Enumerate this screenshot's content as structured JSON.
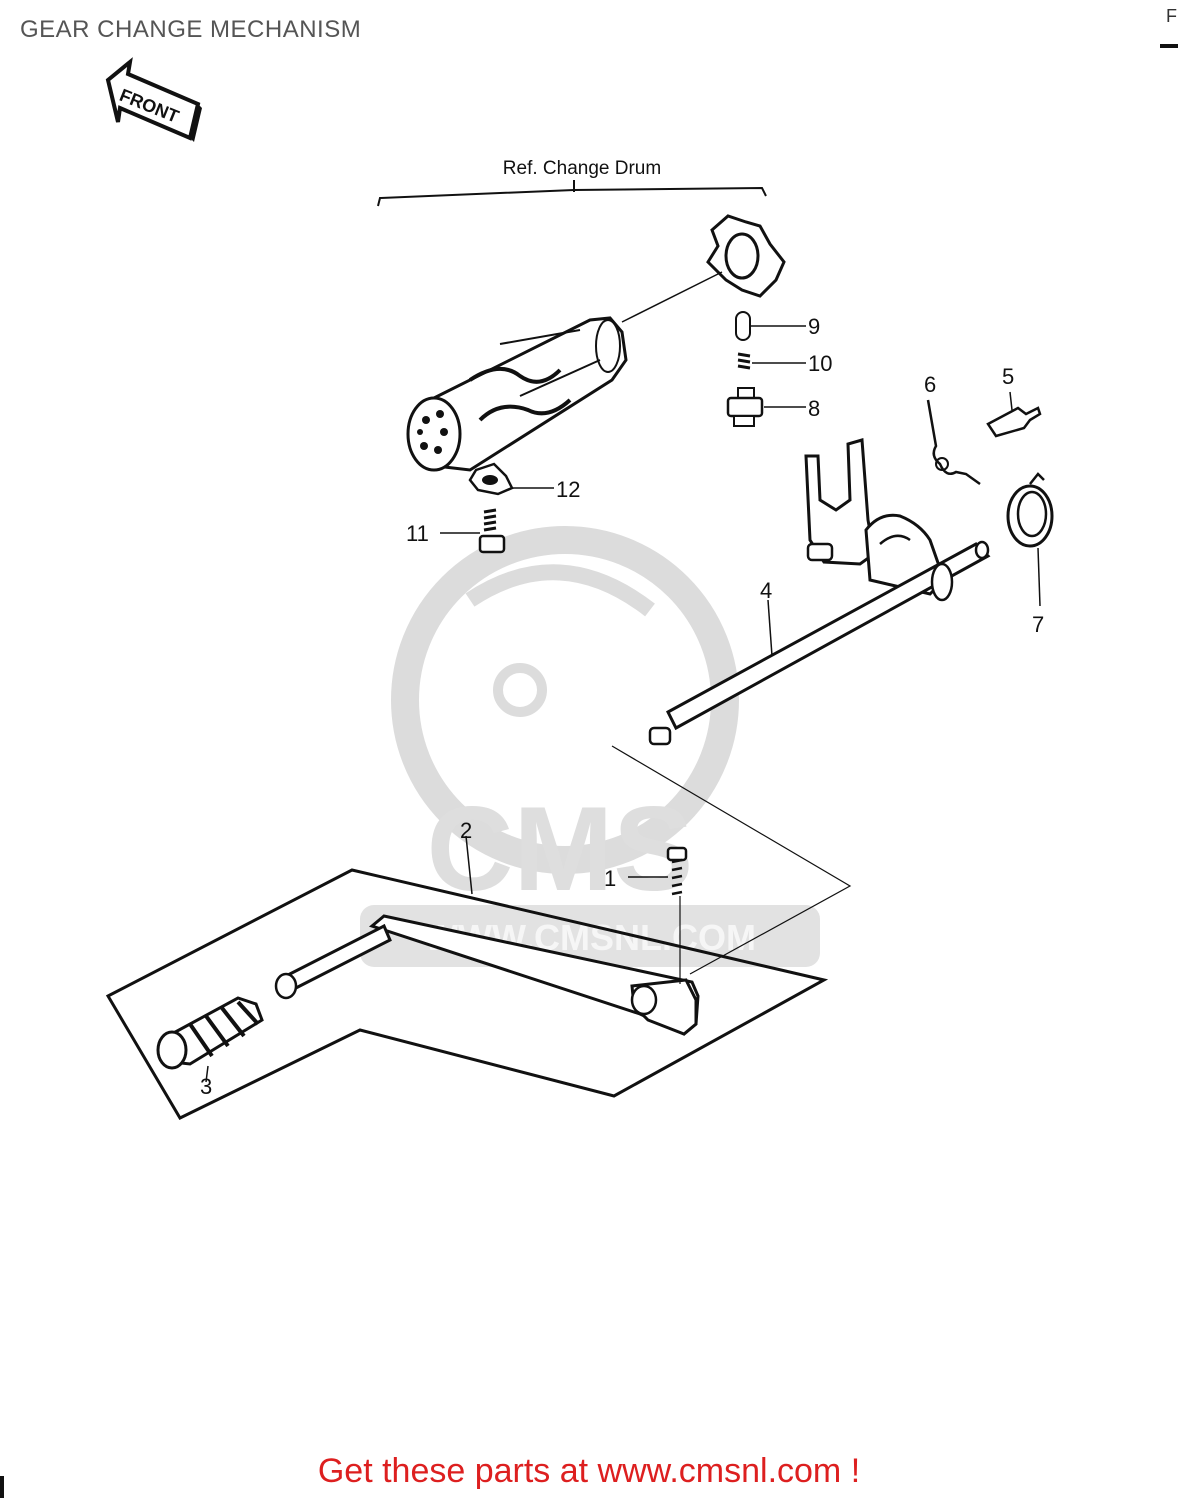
{
  "title": "GEAR CHANGE MECHANISM",
  "corner_mark": "F",
  "front_arrow_label": "FRONT",
  "reference_label": "Ref. Change Drum",
  "watermark": {
    "logo_text": "CMS",
    "url_text": "WWW.CMSNL.COM"
  },
  "callouts": [
    "1",
    "2",
    "3",
    "4",
    "5",
    "6",
    "7",
    "8",
    "9",
    "10",
    "11",
    "12"
  ],
  "footer_link": "Get these parts at www.cmsnl.com !",
  "colors": {
    "line": "#111111",
    "footer": "#dd1f1f",
    "watermark": "#d8d8d8",
    "title": "#555555"
  }
}
